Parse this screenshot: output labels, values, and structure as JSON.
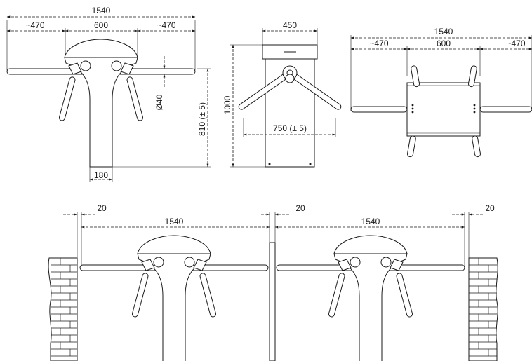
{
  "front_view": {
    "overall_width": "1540",
    "left_arm": "~470",
    "body_width": "600",
    "right_arm": "~470",
    "arm_diameter": "Ø40",
    "arm_height": "810 (± 5)",
    "pillar_width": "180"
  },
  "side_view": {
    "top_width": "450",
    "height": "1000",
    "arm_span": "750 (± 5)"
  },
  "top_view": {
    "overall_width": "1540",
    "left_arm": "~470",
    "body_width": "600",
    "right_arm": "~470"
  },
  "installation": {
    "gap_left": "20",
    "gap_middle": "20",
    "gap_right": "20",
    "span_left": "1540",
    "span_right": "1540"
  }
}
